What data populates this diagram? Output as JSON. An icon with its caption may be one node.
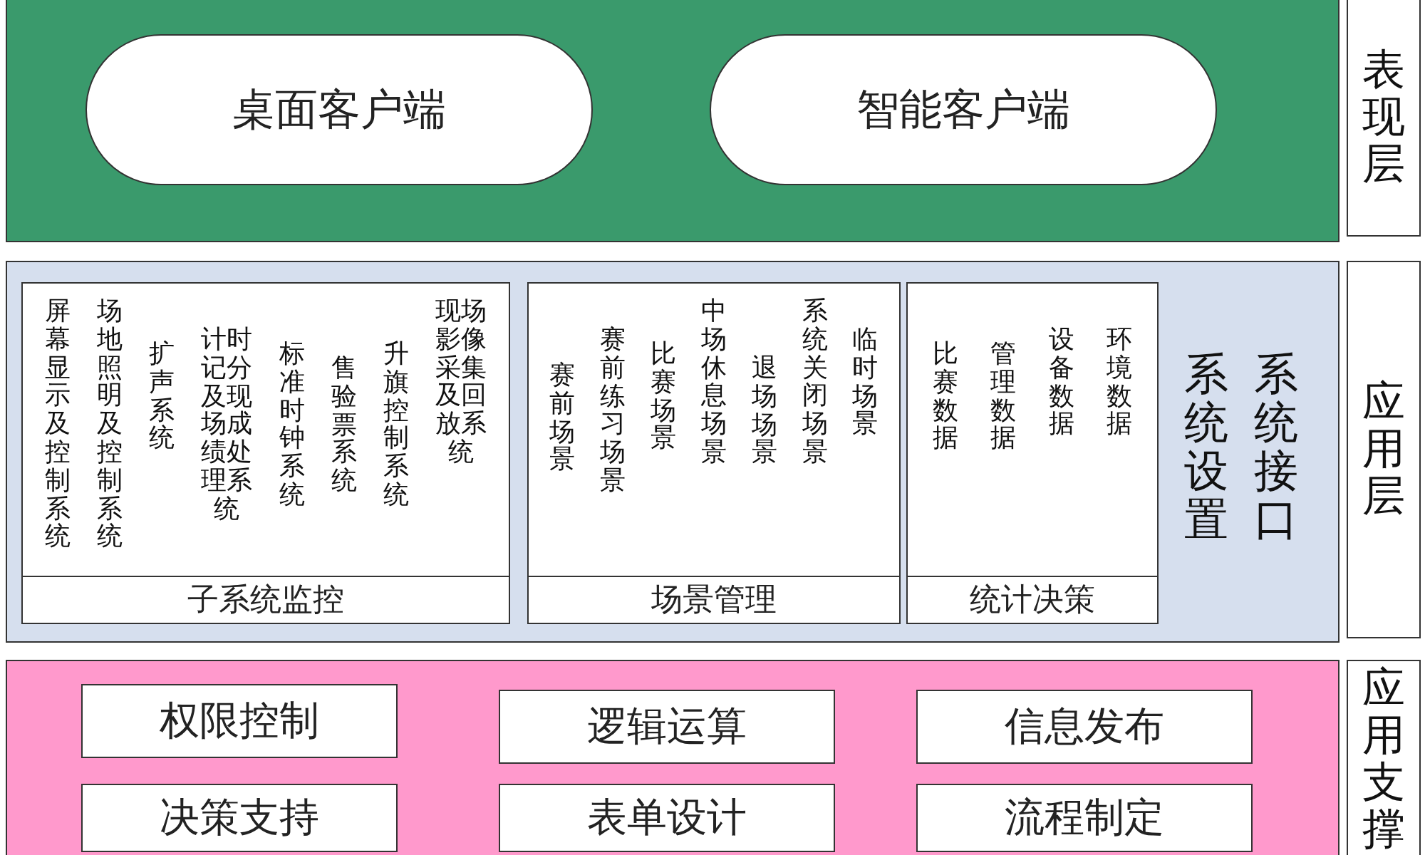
{
  "diagram": {
    "nodes": [
      {
        "text": [],
        "shape": "box"
      },
      {
        "text": [
          "桌面客户端"
        ],
        "in": 0
      },
      {
        "text": [
          "智能客户端"
        ],
        "in": 0
      },
      {
        "text": [
          "表现层"
        ]
      },
      {
        "text": [
          "系统设置",
          "系统接口"
        ]
      },
      {
        "text": [
          "屏幕显示及控制系统",
          "场地照明及控制系统",
          "扩声系统",
          "计时记分及现场成绩处理系统",
          "标准时钟系统",
          "售验票系统",
          "升旗控制系统",
          "现场影像采集及回放系统"
        ],
        "in": 4
      },
      {
        "text": [
          "子系统监控"
        ],
        "in": 5
      },
      {
        "text": [
          "赛前场景",
          "赛前练习场景",
          "比赛场景",
          "中场休息场景",
          "退场场景",
          "系统关闭场景",
          "临时场景"
        ],
        "in": 4
      },
      {
        "text": [
          "场景管理"
        ],
        "in": 7
      },
      {
        "text": [
          "比赛数据",
          "管理数据",
          "设备数据",
          "环境数据"
        ],
        "in": 4
      },
      {
        "text": [
          "统计决策"
        ],
        "in": 9
      },
      {
        "text": [
          "应用层"
        ]
      },
      {
        "text": [],
        "shape": "box"
      },
      {
        "text": [
          "权限控制"
        ],
        "in": 12
      },
      {
        "text": [
          "逻辑运算"
        ],
        "in": 12
      },
      {
        "text": [
          "信息发布"
        ],
        "in": 12
      },
      {
        "text": [
          "决策支持"
        ],
        "in": 12
      },
      {
        "text": [
          "表单设计"
        ],
        "in": 12
      },
      {
        "text": [
          "流程制定"
        ],
        "in": 12
      },
      {
        "text": [
          "应用支撑"
        ]
      }
    ]
  }
}
